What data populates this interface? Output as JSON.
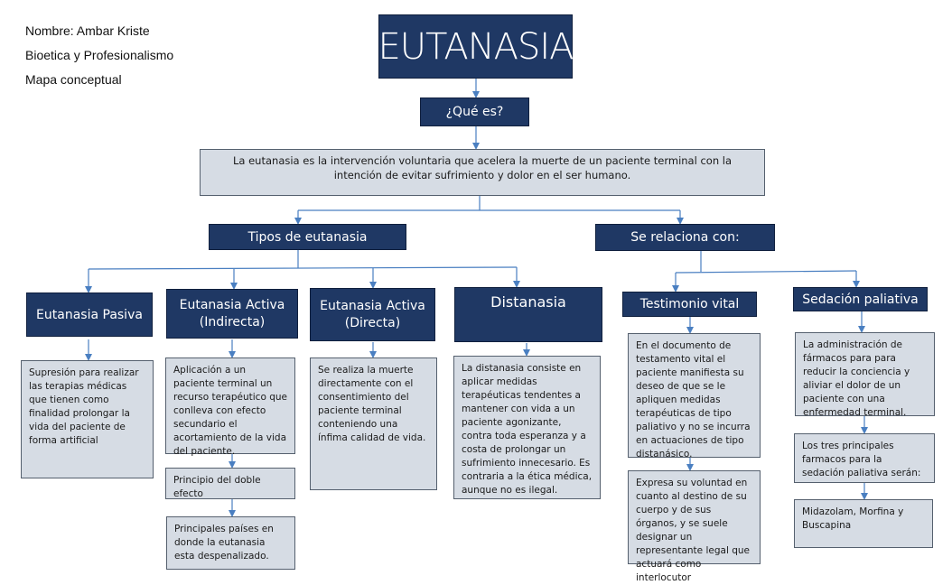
{
  "header": {
    "name": "Nombre: Ambar Kriste",
    "course": "Bioetica y Profesionalismo",
    "doc_type": "Mapa conceptual"
  },
  "title": "EUTANASIA",
  "question": "¿Qué es?",
  "definition": "La eutanasia  es la intervención voluntaria que acelera la muerte de un paciente terminal con la intención de evitar sufrimiento y dolor en el ser humano.",
  "types_branch": {
    "label": "Tipos de eutanasia",
    "pasiva": {
      "label": "Eutanasia Pasiva",
      "description": "Supresión para realizar las terapias médicas que tienen como finalidad prolongar la vida del paciente de forma artificial"
    },
    "activa_indirecta": {
      "label": "Eutanasia Activa (Indirecta)",
      "description": "Aplicación a un paciente terminal un recurso terapéutico que conlleva con efecto secundario el acortamiento de la vida del paciente.",
      "principle": "Principio del doble efecto",
      "countries": "Principales países en donde la eutanasia esta despenalizado."
    },
    "activa_directa": {
      "label": "Eutanasia Activa (Directa)",
      "description": "Se realiza la muerte directamente con el consentimiento del paciente terminal conteniendo  una ínfima calidad de vida."
    },
    "distanasia": {
      "label": "Distanasia",
      "description": "La distanasia consiste en aplicar medidas terapéuticas tendentes a mantener con vida a un paciente agonizante, contra toda esperanza y a costa de prolongar un sufrimiento innecesario. Es contraria a la ética médica, aunque no es ilegal."
    }
  },
  "relations_branch": {
    "label": "Se relaciona con:",
    "testimonio": {
      "label": "Testimonio vital",
      "description": "En el documento de testamento vital el paciente manifiesta su deseo de que se le apliquen medidas terapéuticas de tipo paliativo y no se incurra en actuaciones de tipo distanásico.",
      "detail": "Expresa su voluntad en cuanto al destino de su cuerpo y de sus órganos, y se suele designar un representante legal que actuará como interlocutor"
    },
    "sedacion": {
      "label": "Sedación paliativa",
      "description": "La administración de fármacos para  para reducir la conciencia y aliviar el dolor de un paciente con una enfermedad terminal.",
      "drugs_intro": "Los tres principales farmacos para la sedación paliativa serán:",
      "drugs": "Midazolam, Morfina y Buscapina"
    }
  },
  "colors": {
    "dark_box": "#1f3864",
    "light_box": "#d6dce4",
    "connector": "#4a7fc1"
  }
}
